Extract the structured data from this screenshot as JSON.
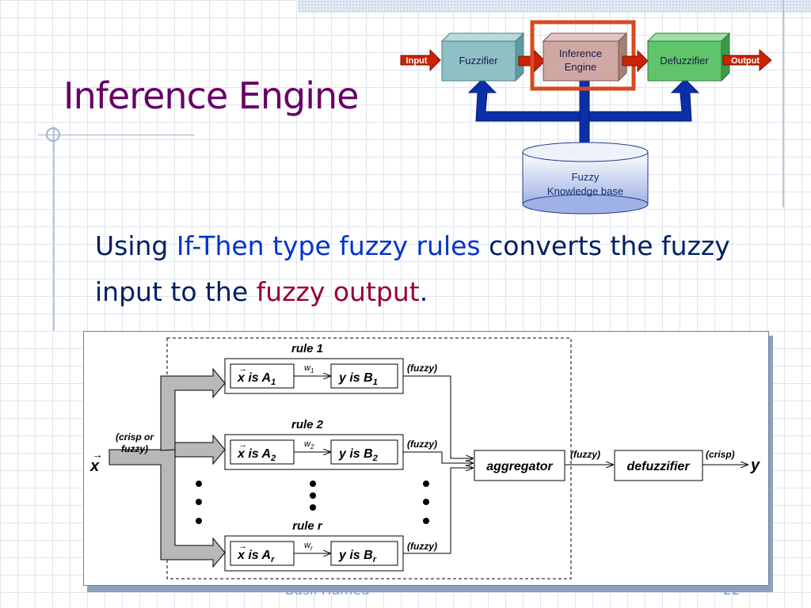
{
  "slide": {
    "title": "Inference Engine",
    "footer_author": "Basil Hamed",
    "page_number": "22"
  },
  "bullet": {
    "part1": "Using ",
    "part2": "If-Then type fuzzy rules",
    "part3": " converts the fuzzy input to the ",
    "part4": "fuzzy output",
    "part5": "."
  },
  "system_diagram": {
    "input_label": "Input",
    "fuzzifier_label": "Fuzzifier",
    "inference_line1": "Inference",
    "inference_line2": "Engine",
    "defuzzifier_label": "Defuzzifier",
    "output_label": "Output",
    "kb_line1": "Fuzzy",
    "kb_line2": "Knowledge base"
  },
  "rule_diagram": {
    "input_x": "x",
    "crisp_line1": "(crisp or",
    "crisp_line2": "fuzzy)",
    "rules": [
      {
        "title": "rule 1",
        "premise_text": "x is A",
        "premise_sub": "1",
        "weight": "w",
        "weight_sub": "1",
        "conclusion_text": "y is B",
        "conclusion_sub": "1",
        "out_label": "(fuzzy)"
      },
      {
        "title": "rule 2",
        "premise_text": "x is A",
        "premise_sub": "2",
        "weight": "w",
        "weight_sub": "2",
        "conclusion_text": "y is B",
        "conclusion_sub": "2",
        "out_label": "(fuzzy)"
      },
      {
        "title": "rule r",
        "premise_text": "x is A",
        "premise_sub": "r",
        "weight": "w",
        "weight_sub": "r",
        "conclusion_text": "y is B",
        "conclusion_sub": "r",
        "out_label": "(fuzzy)"
      }
    ],
    "aggregator_label": "aggregator",
    "agg_out_label": "(fuzzy)",
    "defuzzifier_label": "defuzzifier",
    "crisp_out_label": "(crisp)",
    "output_y": "y"
  },
  "colors": {
    "title": "#660066",
    "text": "#001f5f",
    "highlight_blue": "#0033cc",
    "highlight_red": "#990033",
    "fuzzifier_fill": "#8fc0c6",
    "inference_fill": "#cfa8a3",
    "defuzzifier_fill": "#5fc46a",
    "io_arrow": "#cc2200",
    "highlight_border": "#d8491e",
    "kb_arrow": "#0a2fa8"
  }
}
